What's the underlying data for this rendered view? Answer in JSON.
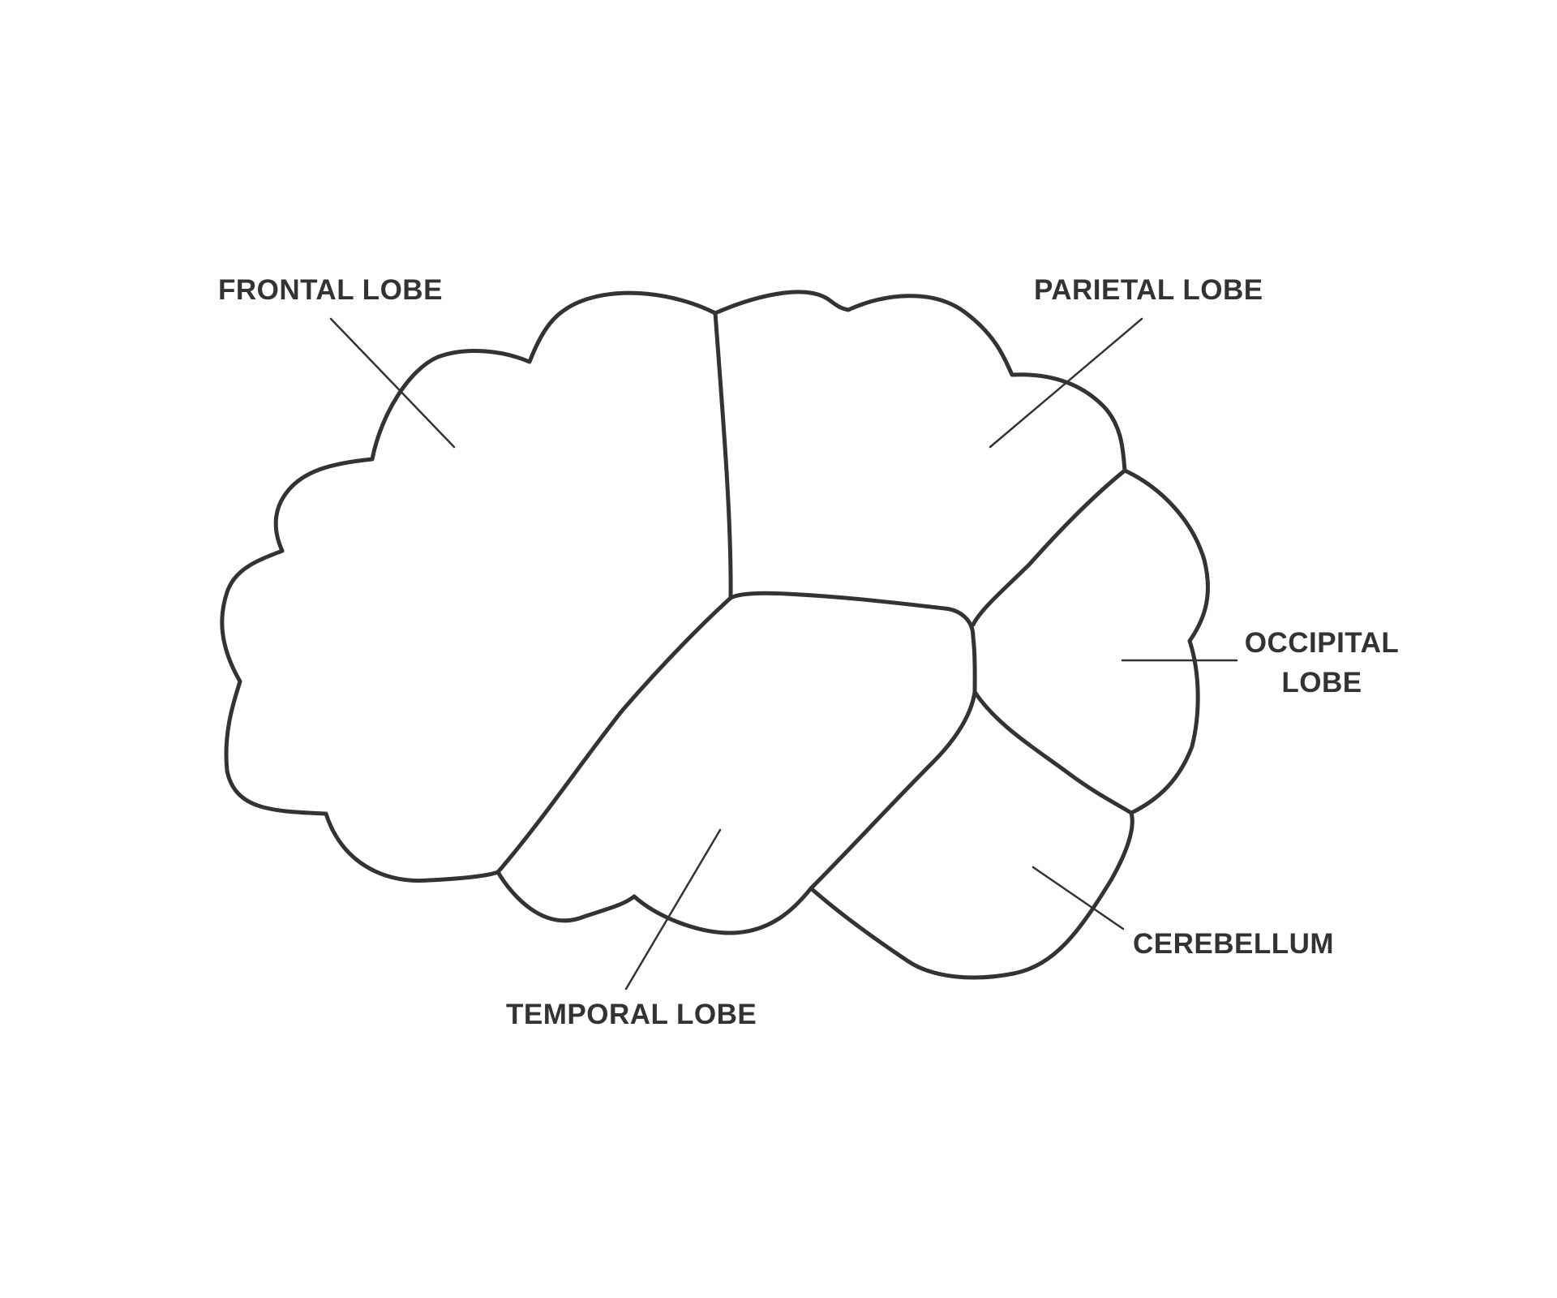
{
  "diagram": {
    "colors": {
      "stroke": "#333333",
      "background": "#ffffff"
    },
    "labels": {
      "frontal": "FRONTAL LOBE",
      "parietal": "PARIETAL LOBE",
      "occipital_line1": "OCCIPITAL",
      "occipital_line2": "LOBE",
      "temporal": "TEMPORAL LOBE",
      "cerebellum": "CEREBELLUM"
    }
  }
}
